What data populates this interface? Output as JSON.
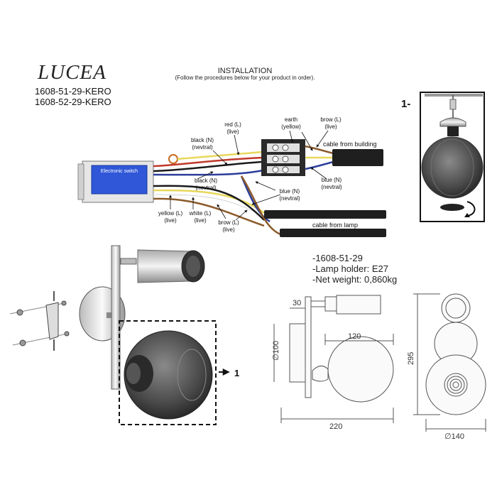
{
  "header": {
    "brand": "LUCEA",
    "codes": [
      "1608-51-29-KERO",
      "1608-52-29-KERO"
    ],
    "installation_title": "INSTALLATION",
    "installation_subtitle": "(Follow the procedures below for your product in order)."
  },
  "wiring": {
    "switch_label": "Electronic switch",
    "cable_building": "cable from building",
    "cable_lamp": "cable from lamp",
    "labels": {
      "red": [
        "red (L)",
        "(live)"
      ],
      "earth": [
        "earth",
        "(yellow)"
      ],
      "brow_top": [
        "brow (L)",
        "(live)"
      ],
      "black_top": [
        "black (N)",
        "(nevtral)"
      ],
      "black_mid": [
        "black (N)",
        "(nevtral)"
      ],
      "blue_right": [
        "blue (N)",
        "(nevtral)"
      ],
      "blue_mid": [
        "blue (N)",
        "(nevtral)"
      ],
      "yellow": [
        "yellow (L)",
        "(live)"
      ],
      "white": [
        "white (L)",
        "(live)"
      ],
      "brow_bottom": [
        "brow (L)",
        "(live)"
      ]
    },
    "colors": {
      "red": "#c0392b",
      "black": "#1a1a1a",
      "yellow": "#e8d85a",
      "blue": "#2c3e9a",
      "brown": "#8b5a2b",
      "switch_blue": "#2f57d8"
    }
  },
  "detail": {
    "step_label": "1-",
    "callout_label": "1"
  },
  "specs": {
    "model": "-1608-51-29",
    "lamp_holder": "-Lamp holder: E27",
    "net_weight": "-Net weight: 0,860kg"
  },
  "dimensions": {
    "d30": "30",
    "d100": "∅100",
    "d120": "120",
    "d220": "220",
    "d295": "295",
    "d140": "∅140"
  }
}
